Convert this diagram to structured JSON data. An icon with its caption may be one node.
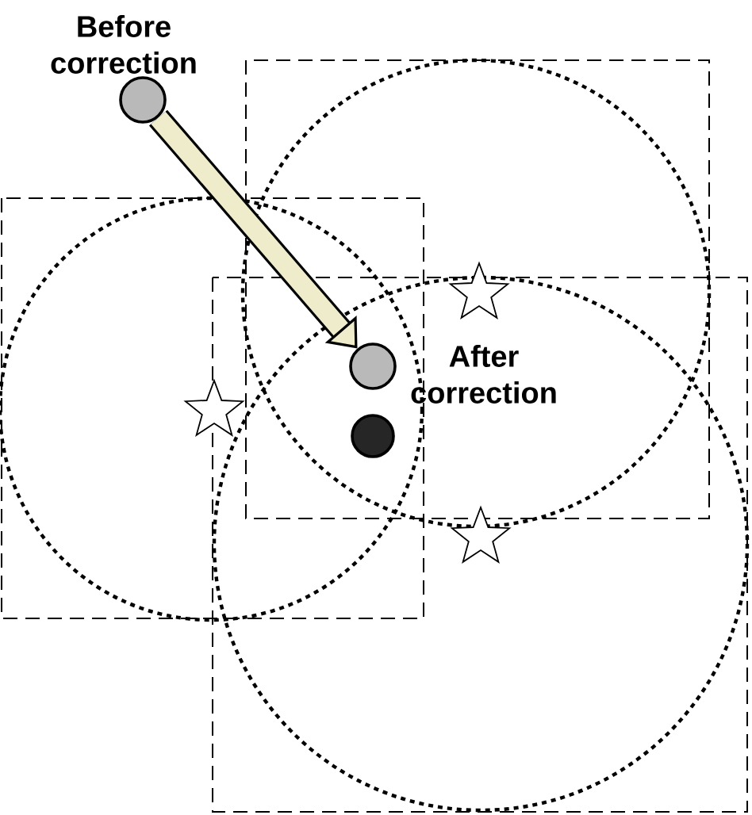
{
  "diagram": {
    "nodes": [
      {
        "text": [],
        "shape": "circle",
        "beside": [
          "Before correction"
        ]
      },
      {
        "text": [],
        "shape": "circle",
        "beside": [
          "After correction"
        ]
      },
      {
        "text": [],
        "shape": "circle"
      }
    ],
    "edges": [
      {
        "from": 0,
        "to": 1,
        "arrow": "to"
      }
    ]
  }
}
